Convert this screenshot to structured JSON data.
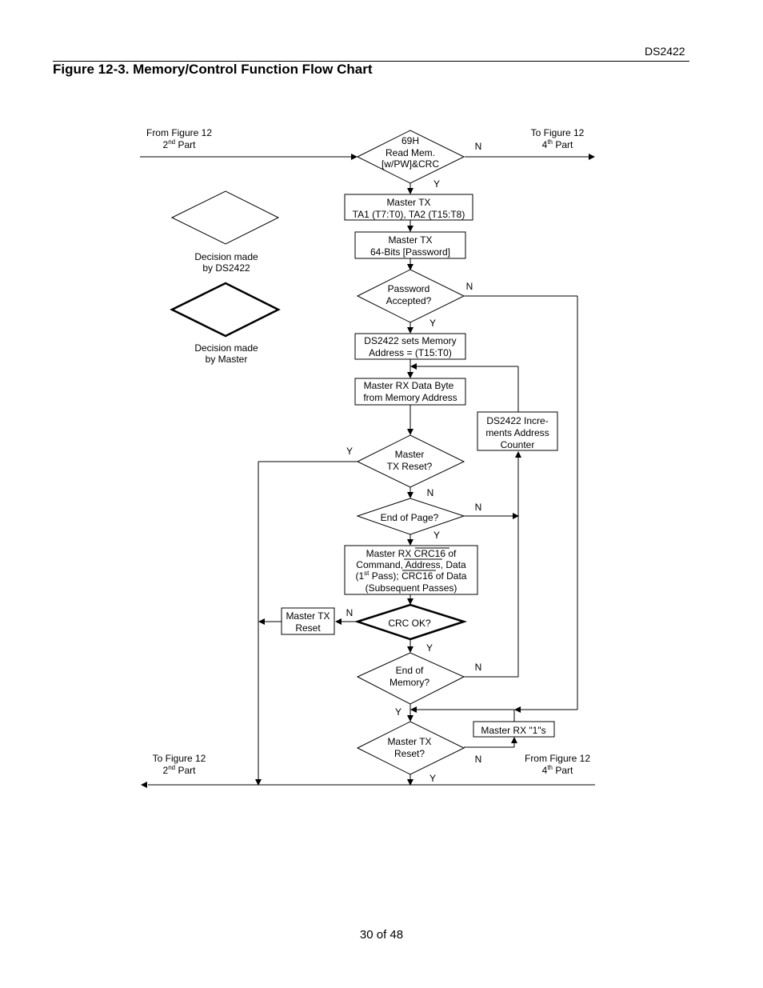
{
  "header": {
    "part_number": "DS2422"
  },
  "figure": {
    "title": "Figure 12-3. Memory/Control Function Flow Chart"
  },
  "footer": {
    "page": "30 of 48"
  },
  "diagram": {
    "connectors": {
      "from_fig_top": {
        "line1": "From Figure 12",
        "line2_pre": "2",
        "line2_sup": "nd",
        "line2_post": " Part"
      },
      "to_fig_top": {
        "line1": "To Figure 12",
        "line2_pre": "4",
        "line2_sup": "th",
        "line2_post": " Part"
      },
      "to_fig_bottom": {
        "line1": "To Figure 12",
        "line2_pre": "2",
        "line2_sup": "nd",
        "line2_post": " Part"
      },
      "from_fig_bottom": {
        "line1": "From Figure 12",
        "line2_pre": "4",
        "line2_sup": "th",
        "line2_post": " Part"
      }
    },
    "legend": {
      "ds2422": {
        "line1": "Decision made",
        "line2": "by DS2422"
      },
      "master": {
        "line1": "Decision made",
        "line2": "by Master"
      }
    },
    "nodes": {
      "read_mem": {
        "line1": "69H",
        "line2": "Read Mem.",
        "line3": "[w/PW]&CRC"
      },
      "master_tx_ta": {
        "line1": "Master TX",
        "line2": "TA1 (T7:T0), TA2 (T15:T8)"
      },
      "master_tx_pw": {
        "line1": "Master TX",
        "line2": "64-Bits [Password]"
      },
      "password_ok": {
        "line1": "Password",
        "line2": "Accepted?"
      },
      "sets_address": {
        "line1": "DS2422 sets Memory",
        "line2": "Address = (T15:T0)"
      },
      "rx_data": {
        "line1": "Master RX Data Byte",
        "line2": "from Memory Address"
      },
      "increments": {
        "line1": "DS2422 Incre-",
        "line2": "ments Address",
        "line3": "Counter"
      },
      "tx_reset_1": {
        "line1": "Master",
        "line2": "TX Reset?"
      },
      "end_of_page": {
        "line1": "End of Page?"
      },
      "rx_crc": {
        "l1_pre": "Master RX ",
        "l1_over": "CRC16",
        "l1_post": " of",
        "l2_pre": "Command, ",
        "l2_mid": "Address",
        "l2_post": ", Data",
        "l3_pre": "(1",
        "l3_sup": "st",
        "l3_mid": " Pass); ",
        "l3_over": "CRC16",
        "l3_post": " of Data",
        "l4": "(Subsequent Passes)"
      },
      "crc_ok": {
        "line1": "CRC OK?"
      },
      "master_tx_reset": {
        "line1": "Master TX",
        "line2": "Reset"
      },
      "end_of_memory": {
        "line1": "End of",
        "line2": "Memory?"
      },
      "rx_ones": {
        "line1": "Master RX \"1\"s"
      },
      "tx_reset_2": {
        "line1": "Master TX",
        "line2": "Reset?"
      }
    },
    "branch_labels": {
      "read_mem_n": "N",
      "read_mem_y": "Y",
      "pw_n": "N",
      "pw_y": "Y",
      "txr1_y": "Y",
      "txr1_n": "N",
      "eop_n": "N",
      "eop_y": "Y",
      "crc_n": "N",
      "crc_y": "Y",
      "eom_n": "N",
      "eom_y": "Y",
      "txr2_n": "N",
      "txr2_y": "Y"
    }
  }
}
